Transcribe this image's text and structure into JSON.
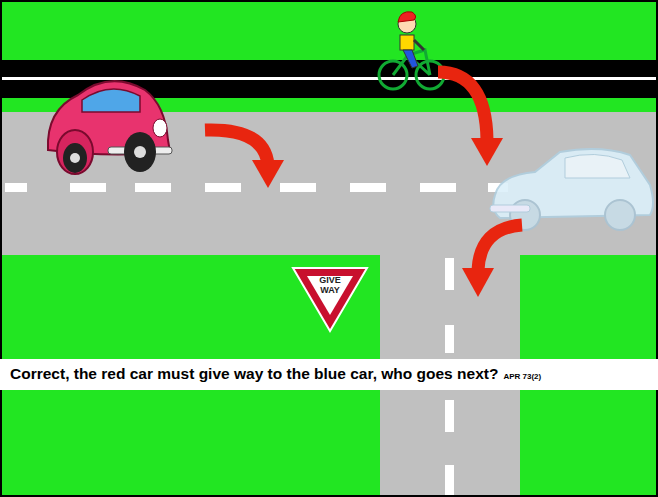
{
  "diagram": {
    "nodes": [
      {
        "text": [
          "GIVE WAY"
        ]
      },
      {
        "text": [
          "Correct, the red car must give way to the blue car, who goes next?",
          "APR 73(2)"
        ]
      }
    ]
  }
}
